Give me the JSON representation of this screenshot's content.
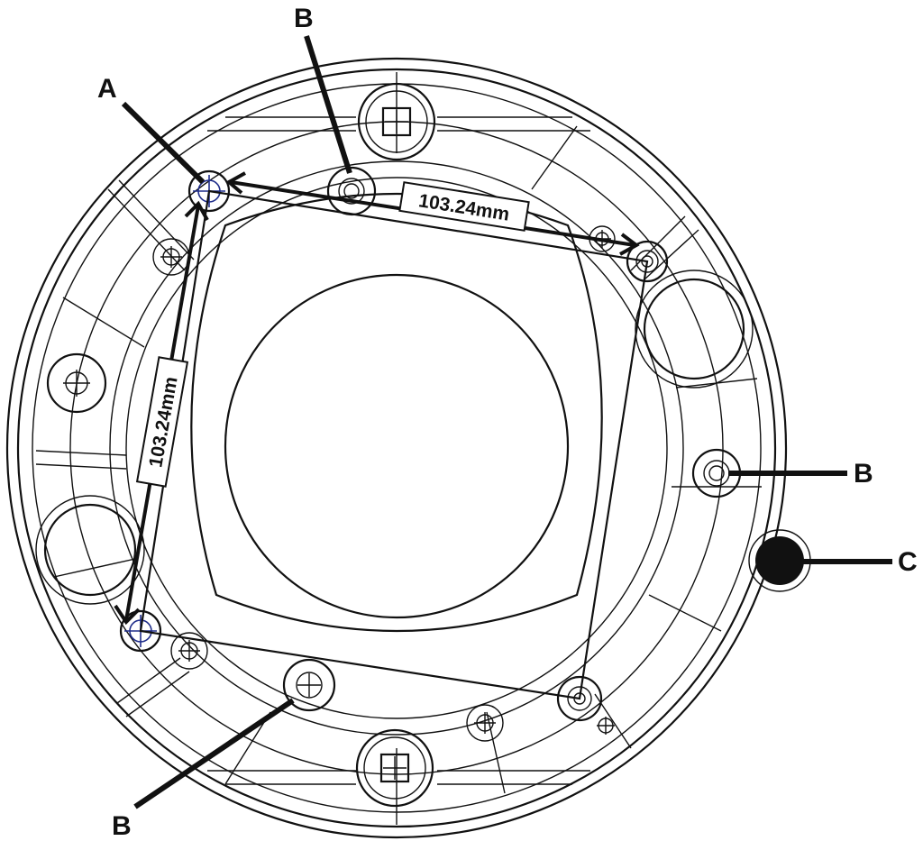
{
  "diagram": {
    "callouts": {
      "a": "A",
      "b_top": "B",
      "b_right": "B",
      "b_bottom": "B",
      "c": "C"
    },
    "dimensions": {
      "horizontal": "103.24mm",
      "vertical": "103.24mm"
    },
    "colors": {
      "line": "#111111",
      "marker": "#1f2d8a",
      "background": "#ffffff"
    }
  }
}
